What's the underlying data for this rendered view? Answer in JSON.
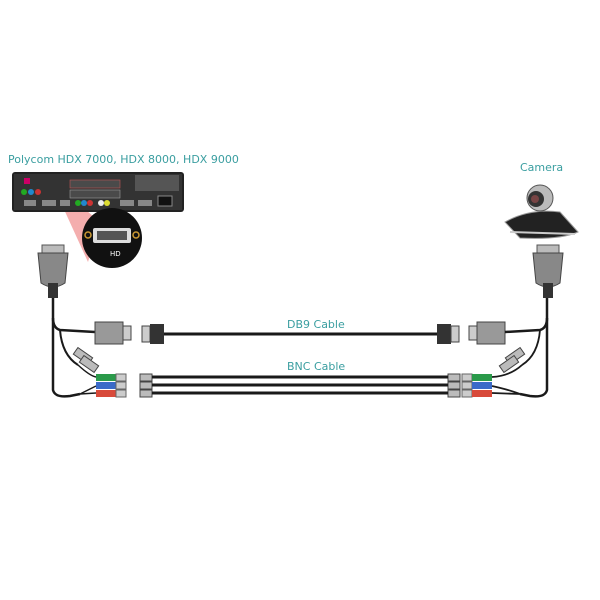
{
  "labels": {
    "host": "Polycom HDX 7000, HDX 8000, HDX 9000",
    "camera": "Camera",
    "db9": "DB9 Cable",
    "bnc": "BNC Cable",
    "port_mark": "HD"
  },
  "colors": {
    "label": "#3a9ea0",
    "cable": "#1a1a1a",
    "zoom_beam": "#f2a0a0"
  }
}
